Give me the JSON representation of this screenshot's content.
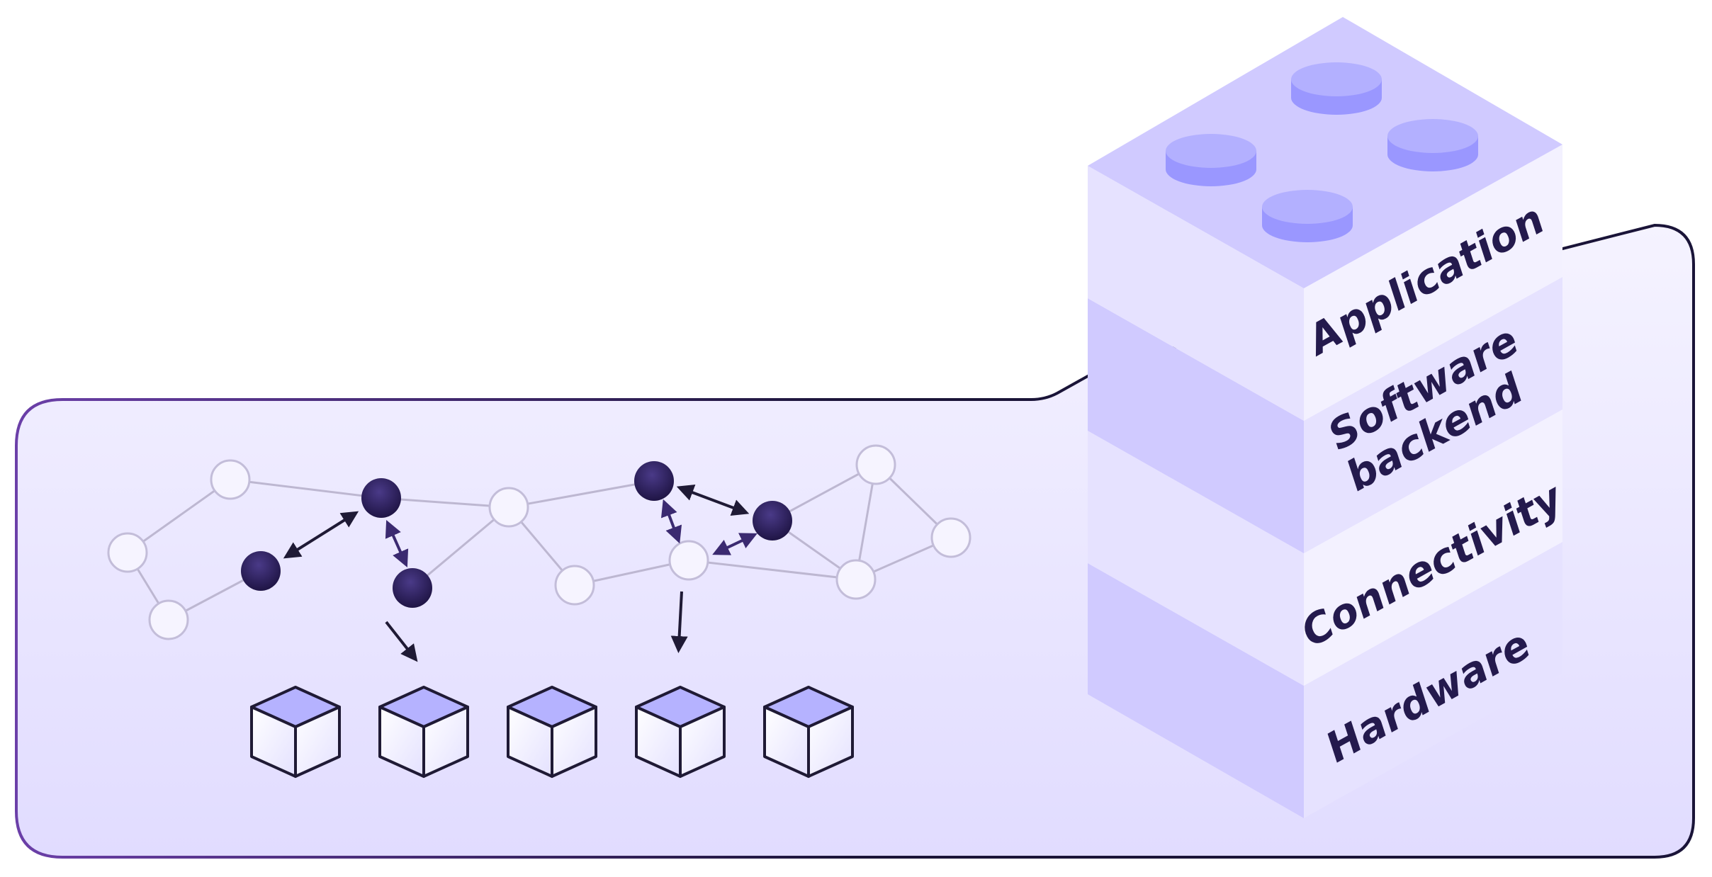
{
  "colors": {
    "panel_top": "#f5f3ff",
    "panel_bottom": "#e1dcff",
    "panel_stroke_dark": "#1a1438",
    "panel_stroke_purple": "#6b3fa8",
    "node_dark": "#2b1d5c",
    "node_empty_stroke": "#c3bdd9",
    "edge": "#bdb7d1",
    "arrow_dark": "#1f1a35",
    "arrow_purple": "#3b2a70",
    "cube_top": "#b5b2ff",
    "cube_side": "#f6f4ff",
    "stack_light": "#e6e2ff",
    "stack_mid": "#d0caff",
    "stack_face": "#f3f1ff",
    "stud": "#b3b0ff",
    "stud_side": "#9a97ff",
    "label": "#241a4d"
  },
  "stack": {
    "layers": [
      {
        "label": "Application"
      },
      {
        "label": "Software backend"
      },
      {
        "label": "Connectivity"
      },
      {
        "label": "Hardware"
      }
    ],
    "software_backend_lines": [
      "Software",
      "backend"
    ]
  },
  "network": {
    "nodes": [
      {
        "kind": "empty"
      },
      {
        "kind": "empty"
      },
      {
        "kind": "empty"
      },
      {
        "kind": "filled"
      },
      {
        "kind": "filled"
      },
      {
        "kind": "filled"
      },
      {
        "kind": "empty"
      },
      {
        "kind": "empty"
      },
      {
        "kind": "empty"
      },
      {
        "kind": "filled"
      },
      {
        "kind": "filled"
      },
      {
        "kind": "empty"
      },
      {
        "kind": "empty"
      },
      {
        "kind": "empty"
      }
    ],
    "device_count": 5
  }
}
